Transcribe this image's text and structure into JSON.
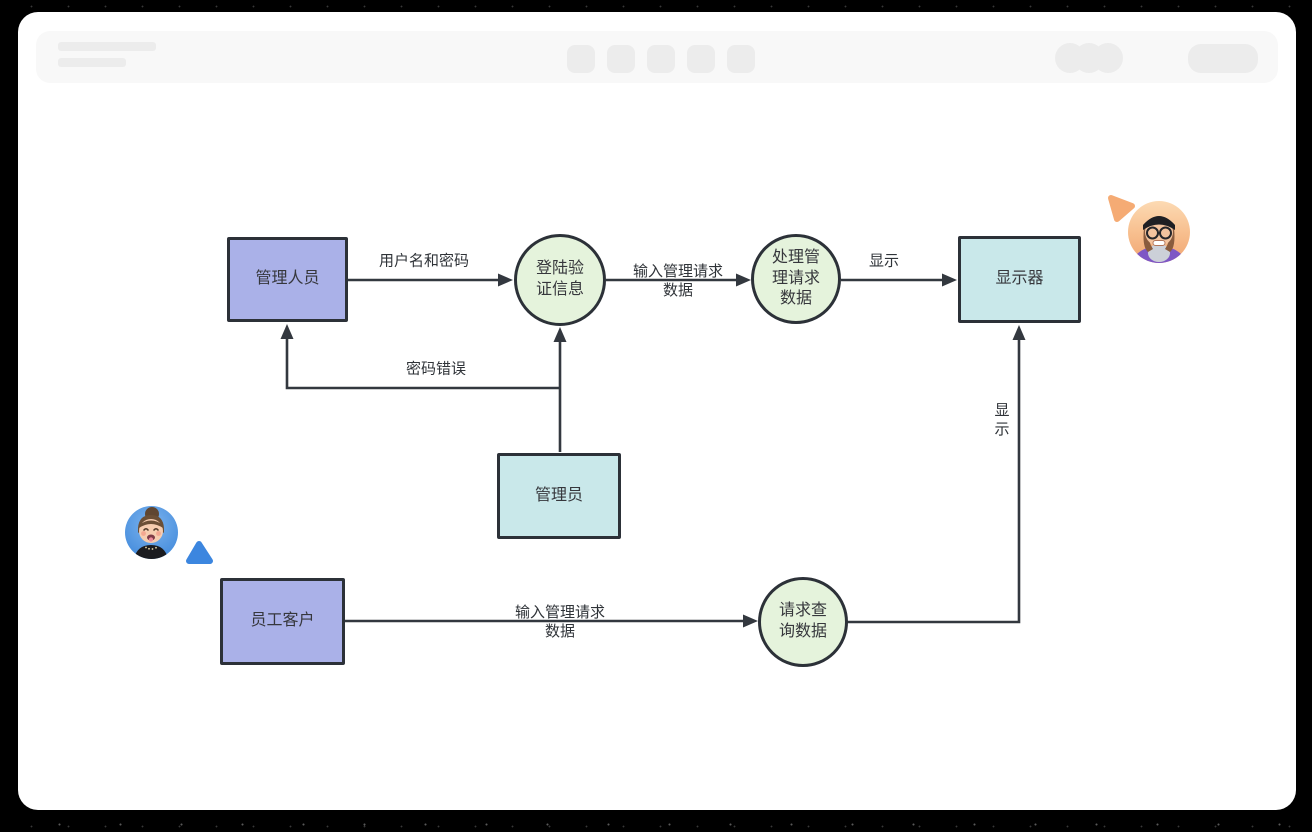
{
  "diagram": {
    "nodes": {
      "manager": {
        "label": "管理人员"
      },
      "login_check": {
        "label": "登陆验证信息"
      },
      "process_request": {
        "label": "处理管理请求数据"
      },
      "monitor": {
        "label": "显示器"
      },
      "admin": {
        "label": "管理员"
      },
      "staff_client": {
        "label": "员工客户"
      },
      "query_data": {
        "label": "请求查询数据"
      }
    },
    "edge_labels": {
      "username_password": "用户名和密码",
      "input_request_top": "输入管理请求数据",
      "display_top": "显示",
      "password_error": "密码错误",
      "input_request_bottom": "输入管理请求数据",
      "display_right": "显示"
    }
  },
  "collaborators": {
    "orange": {
      "cursor_color": "#f5ab74",
      "avatar_bg": "#f7bd8c"
    },
    "blue": {
      "cursor_color": "#3c86df",
      "avatar_bg": "#4a90de"
    }
  },
  "colors": {
    "actor_box": "#aab1e8",
    "store_box": "#c9e8ea",
    "process_circle": "#e5f3dc",
    "node_border": "#2c3138",
    "connector": "#33383f",
    "chrome_bar": "#f8f8f8",
    "chrome_placeholder": "#ececec",
    "canvas": "#ffffff",
    "outer_background": "#000000"
  }
}
